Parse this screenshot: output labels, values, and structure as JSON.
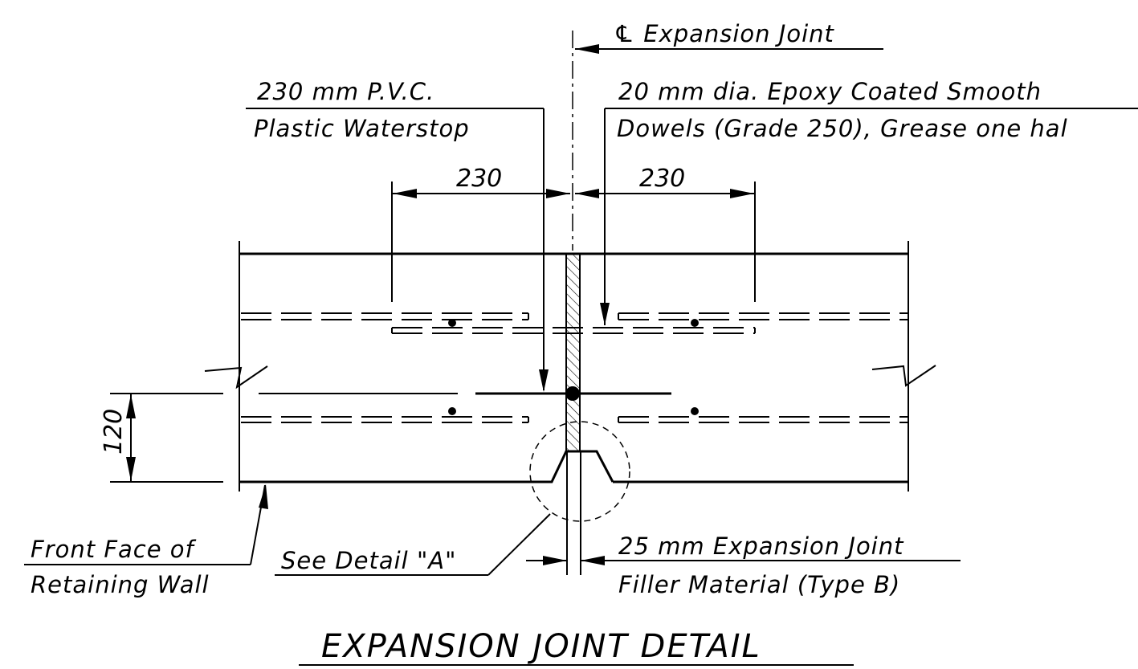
{
  "drawing": {
    "title": "EXPANSION JOINT DETAIL",
    "labels": {
      "centerline": "℄ Expansion Joint",
      "waterstop_line1": "230 mm P.V.C.",
      "waterstop_line2": "Plastic Waterstop",
      "dowels_line1": "20 mm dia. Epoxy Coated Smooth",
      "dowels_line2": "Dowels (Grade 250), Grease one hal",
      "front_face_line1": "Front Face of",
      "front_face_line2": "Retaining Wall",
      "see_detail": "See Detail \"A\"",
      "filler_line1": "25 mm Expansion Joint",
      "filler_line2": "Filler Material (Type B)"
    },
    "dimensions": {
      "left": "230",
      "right": "230",
      "height": "120"
    }
  }
}
